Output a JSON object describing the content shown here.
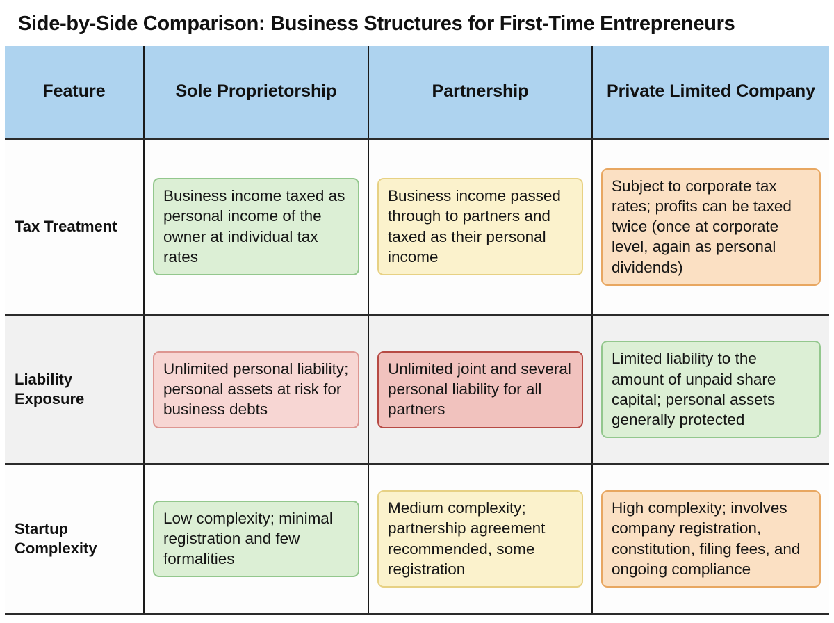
{
  "title": "Side-by-Side Comparison: Business Structures for First-Time Entrepreneurs",
  "colors": {
    "header_bg": "#aed3ef",
    "row_alt_bg": "#f1f1f1",
    "grid_line": "#1a1a1a",
    "green_fill": "#dcefd5",
    "green_border": "#93c78d",
    "yellow_fill": "#fbf2cc",
    "yellow_border": "#e7d184",
    "orange_fill": "#fbe0c3",
    "orange_border": "#e8a761",
    "pink_fill": "#f7d6d3",
    "pink_border": "#dd9691",
    "red_fill": "#f1c2be",
    "red_border": "#b64a44"
  },
  "table": {
    "headers": [
      "Feature",
      "Sole Proprietorship",
      "Partnership",
      "Private Limited Company"
    ],
    "rows": [
      {
        "feature": "Tax Treatment",
        "sole_proprietorship": "Business income taxed as personal income of the owner at individual tax rates",
        "partnership": "Business income passed through to partners and taxed as their personal income",
        "private_limited_company": "Subject to corporate tax rates; profits can be taxed twice (once at corporate level, again as personal dividends)"
      },
      {
        "feature": "Liability Exposure",
        "sole_proprietorship": "Unlimited personal liability; personal assets at risk for business debts",
        "partnership": "Unlimited joint and several personal liability for all partners",
        "private_limited_company": "Limited liability to the amount of unpaid share capital; personal assets generally protected"
      },
      {
        "feature": "Startup Complexity",
        "sole_proprietorship": "Low complexity; minimal registration and few formalities",
        "partnership": "Medium complexity; partnership agreement recommended, some registration",
        "private_limited_company": "High complexity; involves company registration, constitution, filing fees, and ongoing compliance"
      }
    ]
  }
}
